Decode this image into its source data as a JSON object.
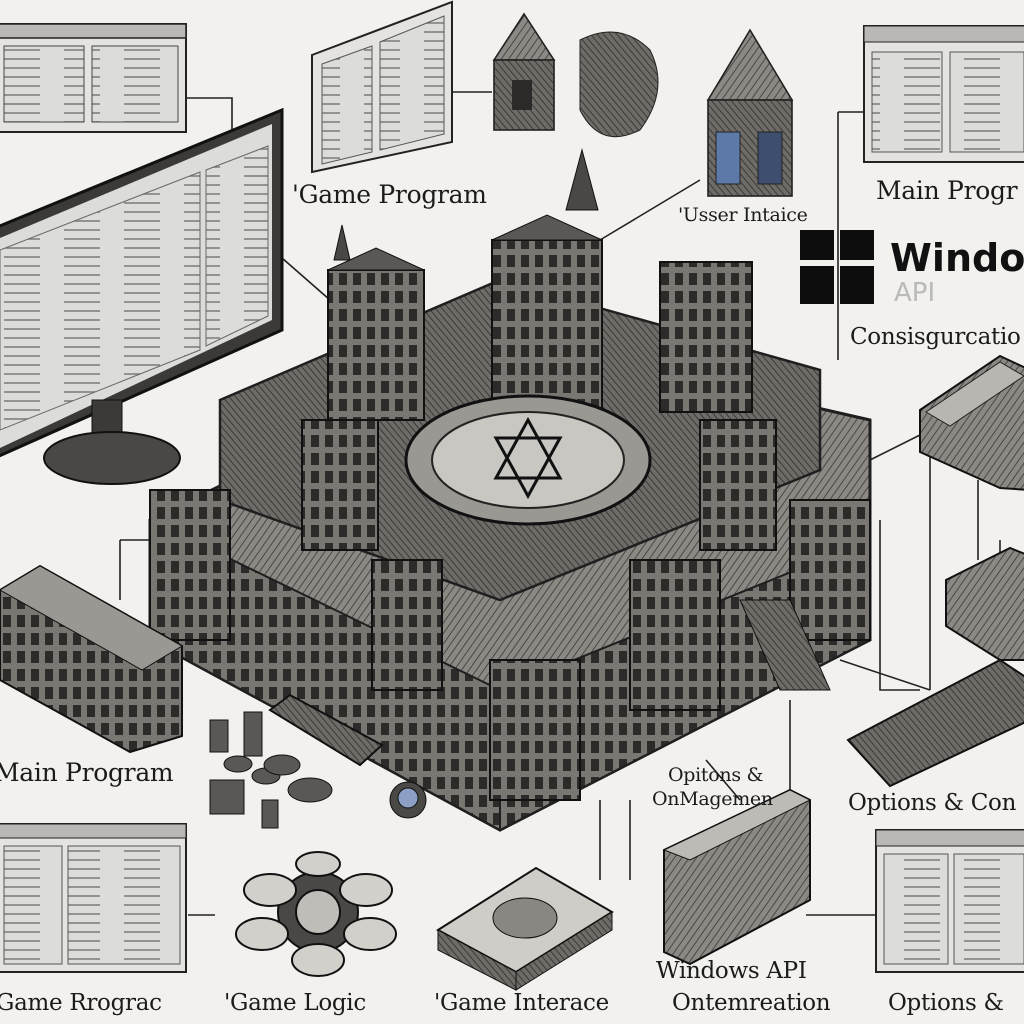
{
  "labels": {
    "game_program_top": "'Game Program",
    "user_interface": "'Usser Intaice",
    "main_program_top_right": "Main Progr",
    "config_right": "Consisgurcatio",
    "options_center_line1": "Opitons &",
    "options_center_line2": "OnMagemen",
    "main_program_left": "Main Program",
    "options_right": "Options & Con",
    "windows_api_bottom": "Windows API",
    "windows_api_bottom_sub": "Ontemreation",
    "game_program_bottom_left": "Game Rrograc",
    "game_logic": "'Game Logic",
    "game_interface": "'Game Interace",
    "options_bottom_right": "Options &"
  },
  "windows_logo": {
    "word": "Windo",
    "sub": "API"
  },
  "colors": {
    "background": "#f2f1ee",
    "ink": "#1b1b1b",
    "stone_light": "#8a8782",
    "stone_dark": "#3b3a38",
    "screen": "#dcdcd8"
  }
}
